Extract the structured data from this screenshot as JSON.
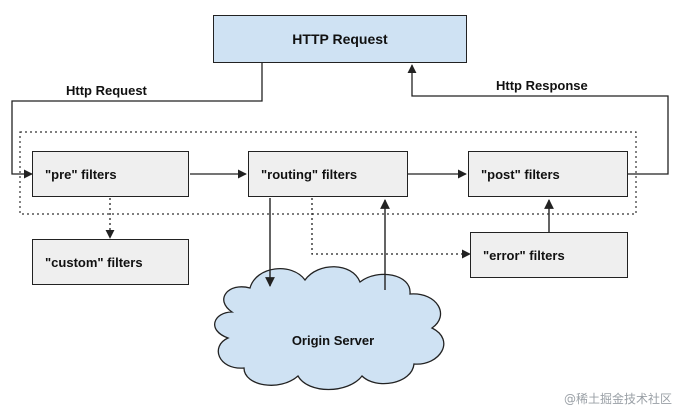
{
  "nodes": {
    "client": "HTTP Request",
    "pre": "\"pre\" filters",
    "routing": "\"routing\" filters",
    "post": "\"post\" filters",
    "custom": "\"custom\" filters",
    "error": "\"error\" filters",
    "origin": "Origin Server"
  },
  "edges": {
    "http_request": "Http Request",
    "http_response": "Http Response"
  },
  "watermark": "@稀土掘金技术社区",
  "colors": {
    "client_fill": "#cfe2f3",
    "cloud_fill": "#cfe2f3",
    "filter_fill": "#efefef",
    "stroke": "#222222"
  }
}
